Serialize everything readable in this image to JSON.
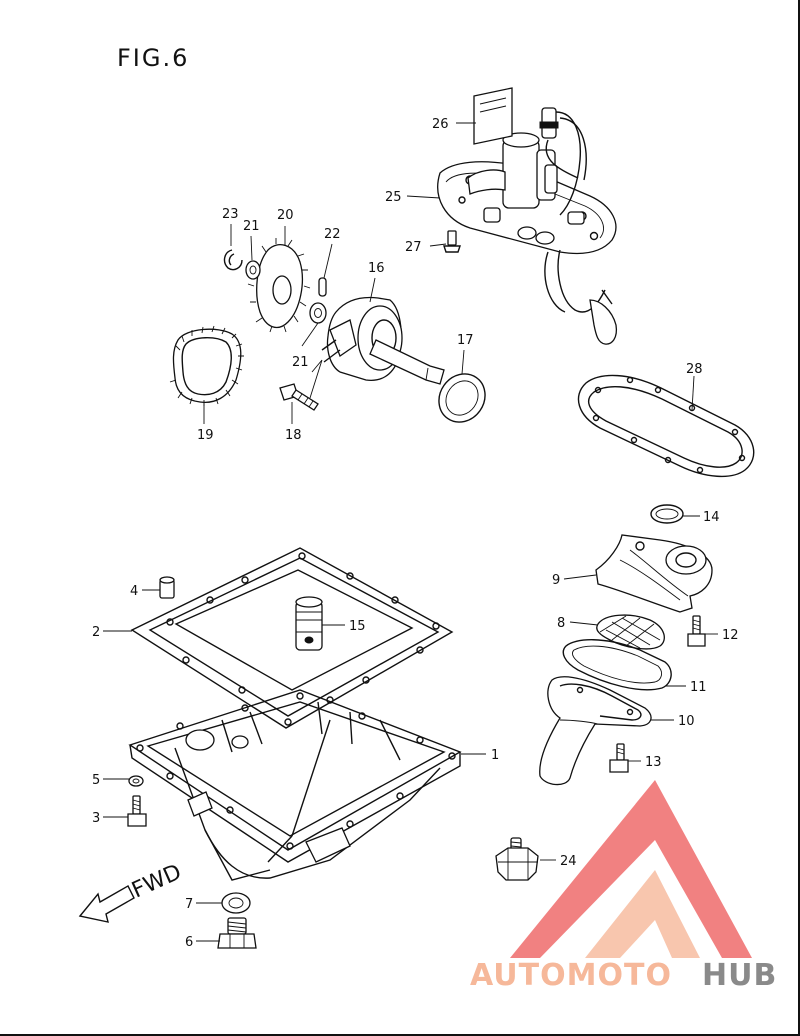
{
  "figure_title": "FIG.6",
  "direction_label": "FWD",
  "watermark": {
    "part1": "AUTOMOTO",
    "part2": "HUB",
    "color_primary": "#ef6b6b",
    "color_accent": "#f6b89a",
    "color_secondary": "#8a8a8a"
  },
  "callouts": {
    "p1": "1",
    "p2": "2",
    "p3": "3",
    "p4": "4",
    "p5": "5",
    "p6": "6",
    "p7": "7",
    "p8": "8",
    "p9": "9",
    "p10": "10",
    "p11": "11",
    "p12": "12",
    "p13": "13",
    "p14": "14",
    "p15": "15",
    "p16": "16",
    "p17": "17",
    "p18": "18",
    "p19": "19",
    "p20": "20",
    "p21a": "21",
    "p21b": "21",
    "p22": "22",
    "p23": "23",
    "p24": "24",
    "p25": "25",
    "p26": "26",
    "p27": "27",
    "p28": "28"
  }
}
